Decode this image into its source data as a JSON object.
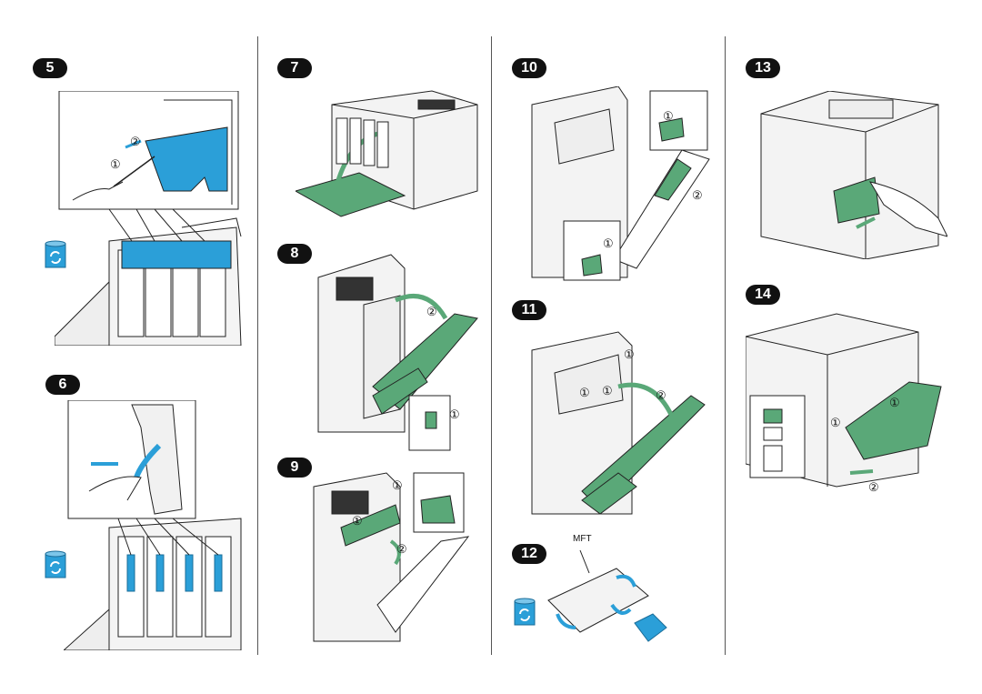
{
  "steps": {
    "s5": "5",
    "s6": "6",
    "s7": "7",
    "s8": "8",
    "s9": "9",
    "s10": "10",
    "s11": "11",
    "s12": "12",
    "s13": "13",
    "s14": "14"
  },
  "labels": {
    "mft": "MFT",
    "circ1": "①",
    "circ2": "②"
  },
  "colors": {
    "green_part": "#5aa878",
    "blue_part": "#2b9fd8",
    "line": "#222222"
  },
  "icons": [
    "recycle-icon"
  ]
}
